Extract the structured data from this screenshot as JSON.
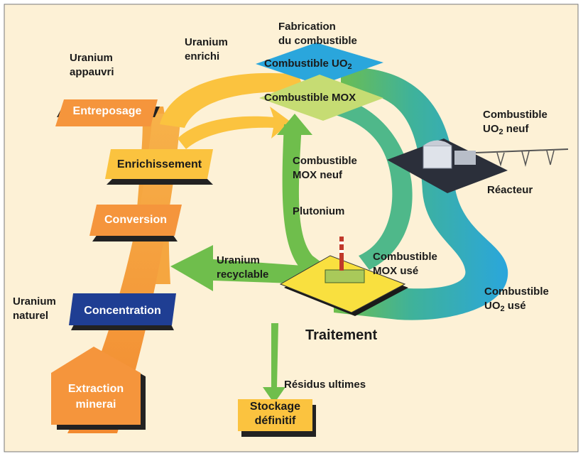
{
  "stages": {
    "entreposage": "Entreposage",
    "enrichissement": "Enrichissement",
    "conversion": "Conversion",
    "concentration": "Concentration",
    "extraction": [
      "Extraction",
      "minerai"
    ],
    "stockage": [
      "Stockage",
      "définitif"
    ],
    "traitement": "Traitement",
    "reacteur": "Réacteur"
  },
  "labels": {
    "uranium_appauvri": [
      "Uranium",
      "appauvri"
    ],
    "uranium_enrichi": [
      "Uranium",
      "enrichi"
    ],
    "uranium_naturel": [
      "Uranium",
      "naturel"
    ],
    "uranium_recyclable": [
      "Uranium",
      "recyclable"
    ],
    "fabrication": [
      "Fabrication",
      "du combustible"
    ],
    "combustible_uo2": "Combustible UO",
    "combustible_mox": "Combustible MOX",
    "combustible_uo2_neuf": [
      "Combustible",
      "UO",
      " neuf"
    ],
    "combustible_mox_neuf": [
      "Combustible",
      "MOX neuf"
    ],
    "plutonium": "Plutonium",
    "combustible_mox_use": [
      "Combustible",
      "MOX usé"
    ],
    "combustible_uo2_use": [
      "Combustible",
      "UO",
      " usé"
    ],
    "residus": "Résidus ultimes",
    "subscript_2": "2"
  },
  "colors": {
    "background": "#fdf1d6",
    "orange": "#f5953c",
    "yellow": "#fbc33f",
    "blue": "#2aa6dc",
    "green": "#6fbe4c",
    "light_green": "#c6dc73",
    "navy": "#1f3e93",
    "pale_yellow": "#f9e03f"
  }
}
